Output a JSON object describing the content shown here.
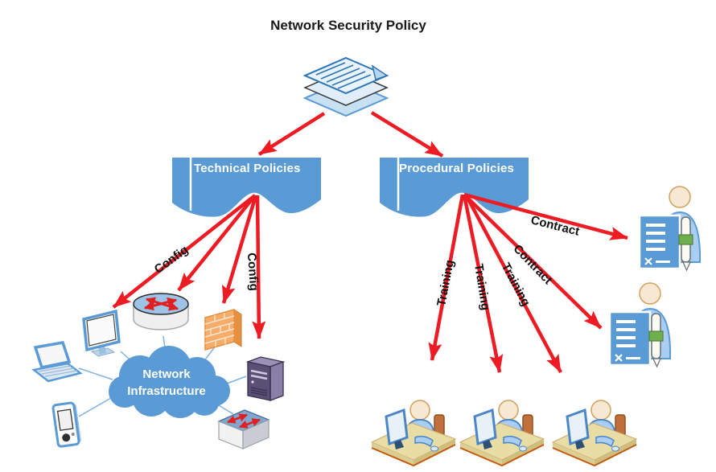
{
  "title": "Network Security Policy",
  "banners": {
    "technical": {
      "label": "Technical Policies"
    },
    "procedural": {
      "label": "Procedural Policies"
    }
  },
  "cloud": {
    "line1": "Network",
    "line2": "Infrastructure"
  },
  "arrow_labels": {
    "config_left": "Config",
    "config_right": "Config",
    "training_1": "Training",
    "training_2": "Training",
    "training_3": "Training",
    "contract_top": "Contract",
    "contract_bottom": "Contract"
  },
  "colors": {
    "banner_fill": "#5b9bd5",
    "cloud_fill": "#5b9bd5",
    "arrow_red": "#ed1c24",
    "connector_blue": "#7fb2e0",
    "label_text": "#111111",
    "node_text": "#ffffff"
  },
  "icons": {
    "policy_documents": "policy-documents-stack",
    "monitor": "desktop-monitor",
    "router": "router",
    "firewall": "firewall",
    "laptop": "laptop",
    "handheld": "handheld-device",
    "server": "server-tower",
    "switch": "network-switch",
    "contract_employee_top": "person-with-contract",
    "contract_employee_bottom": "person-with-contract",
    "trainee_left": "person-at-workstation",
    "trainee_middle": "person-at-workstation",
    "trainee_right": "person-at-workstation"
  }
}
